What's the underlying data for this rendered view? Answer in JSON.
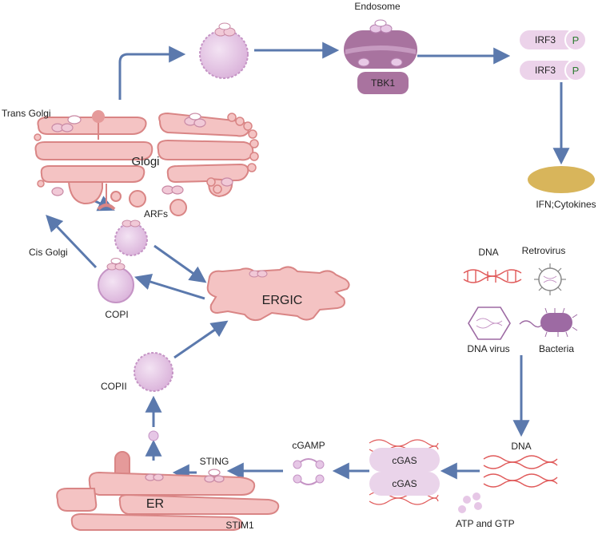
{
  "labels": {
    "endosome": "Endosome",
    "tbk1": "TBK1",
    "irf3_top": "IRF3",
    "irf3_bottom": "IRF3",
    "p_top": "P",
    "p_bottom": "P",
    "ifn": "IFN;Cytokines",
    "trans_golgi": "Trans Golgi",
    "golgi": "Glogi",
    "arfs": "ARFs",
    "cis_golgi": "Cis Golgi",
    "copi": "COPI",
    "ergic": "ERGIC",
    "copii": "COPII",
    "dna_top": "DNA",
    "retrovirus": "Retrovirus",
    "dna_virus": "DNA virus",
    "bacteria": "Bacteria",
    "dna_bottom": "DNA",
    "cgas_top": "cGAS",
    "cgas_bottom": "cGAS",
    "atp_gtp": "ATP and GTP",
    "cgamp": "cGAMP",
    "sting": "STING",
    "er": "ER",
    "stim1": "STIM1"
  },
  "colors": {
    "arrow": "#5b79ad",
    "membrane": "#f4c3c3",
    "membrane_edge": "#d98585",
    "vesicle": "#e6c7e6",
    "vesicle_edge": "#c594c5",
    "endosome": "#a8739f",
    "tbk1": "#a9739f",
    "irf3": "#ecd3ea",
    "phospho": "#2e7d32",
    "cytokine": "#d8b55b",
    "dna_red": "#e05a5a",
    "bacteria": "#9d6aa3"
  }
}
